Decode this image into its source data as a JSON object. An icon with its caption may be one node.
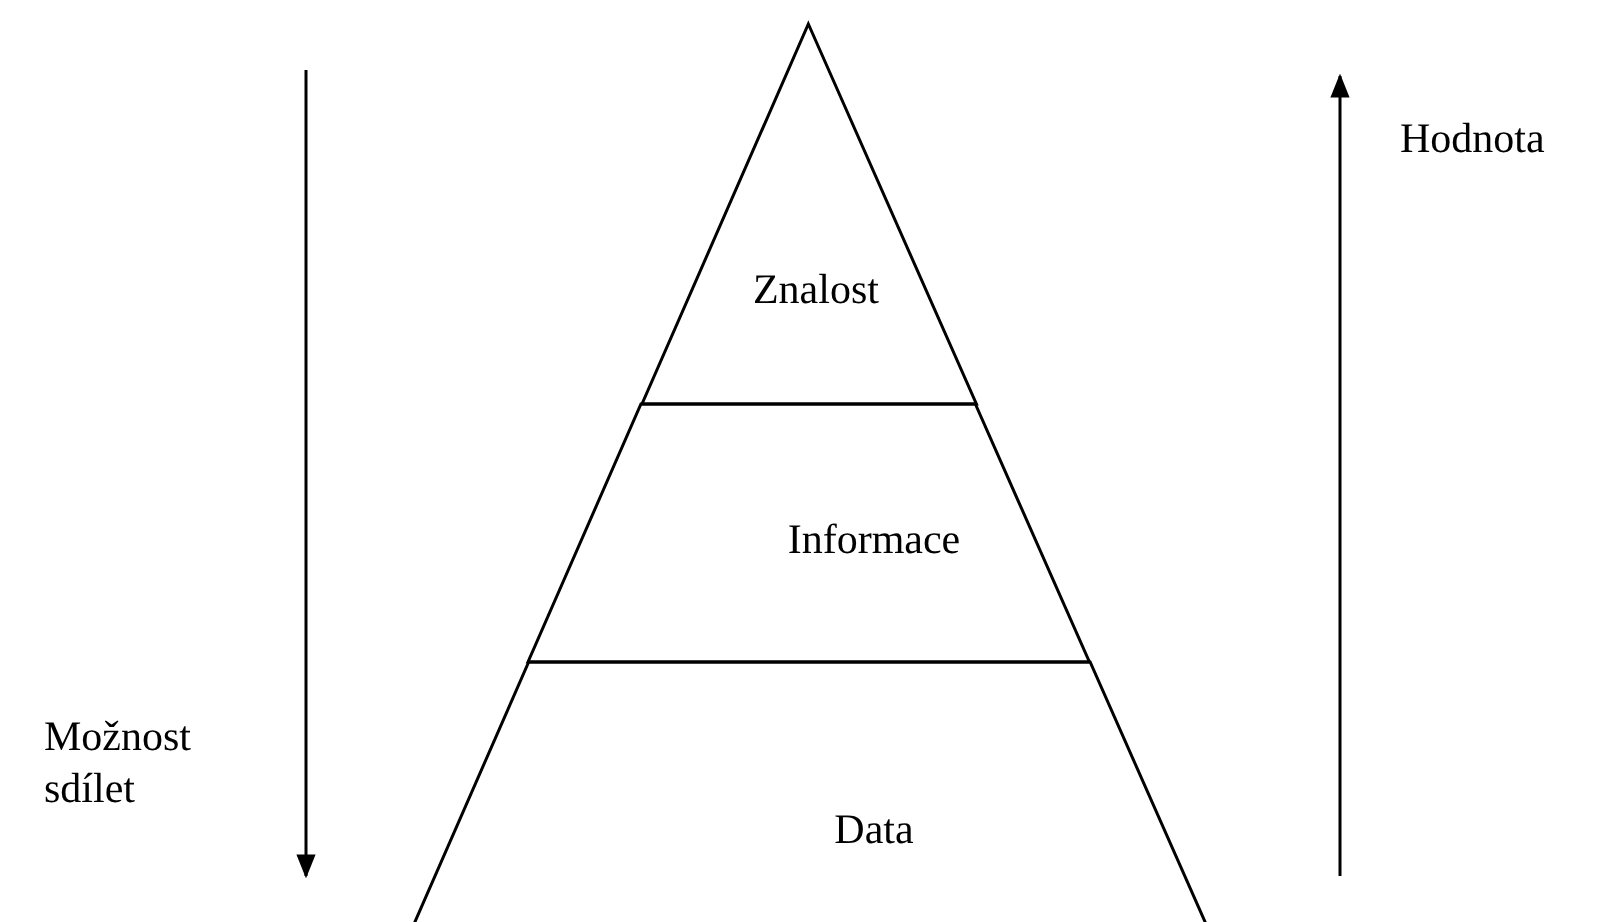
{
  "diagram": {
    "nodes": [
      {
        "text": [
          "Znalost"
        ]
      },
      {
        "text": [
          "Informace"
        ]
      },
      {
        "text": [
          "Data"
        ]
      }
    ],
    "labels": [
      "Hodnota",
      "Možnost sdílet"
    ]
  }
}
